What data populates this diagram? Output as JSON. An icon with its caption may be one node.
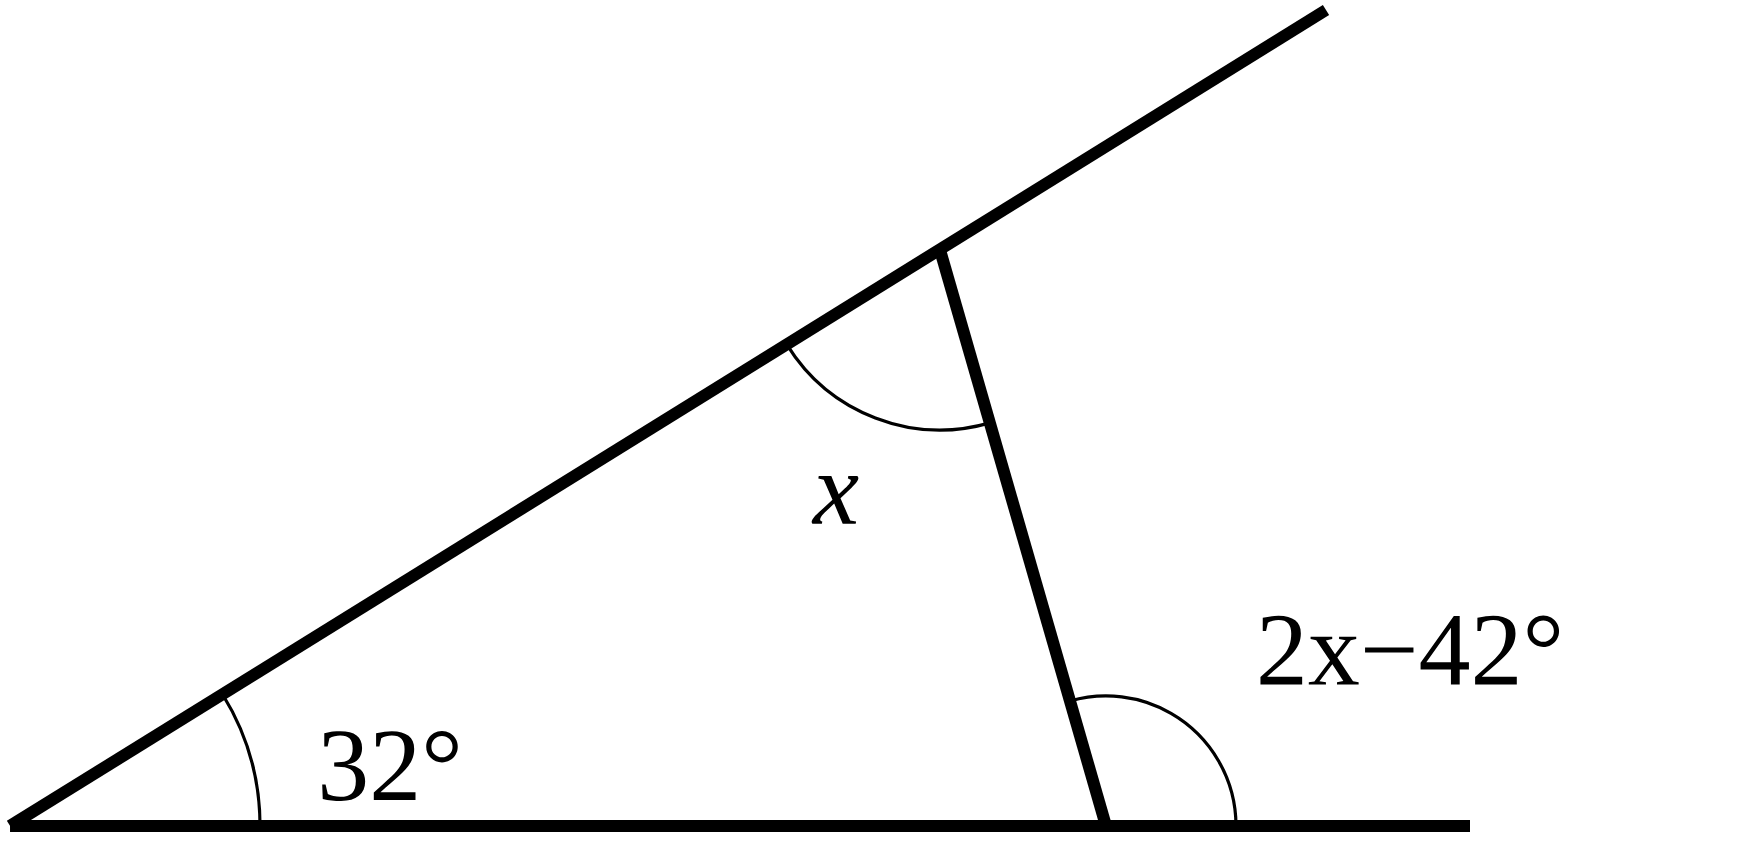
{
  "diagram": {
    "labels": [
      "32°",
      "x",
      "2x−42°"
    ]
  }
}
